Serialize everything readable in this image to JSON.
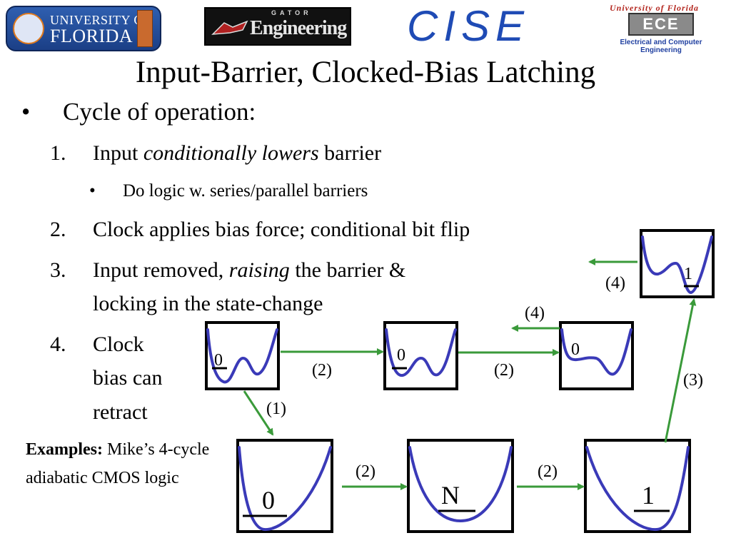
{
  "logos": {
    "uf": {
      "line1": "UNIVERSITY OF",
      "line2": "FLORIDA"
    },
    "engineering": {
      "gator": "GATOR",
      "word": "Engineering"
    },
    "cise": {
      "text": "CISE"
    },
    "ece": {
      "line1": "University of Florida",
      "mark": "ECE",
      "line2": "Electrical and Computer Engineering"
    }
  },
  "slide": {
    "title": "Input-Barrier, Clocked-Bias Latching",
    "bullet": {
      "marker": "•",
      "text": "Cycle of operation:"
    },
    "steps": [
      {
        "num": "1.",
        "pre": "Input ",
        "em": "conditionally lowers",
        "post": " barrier"
      },
      {
        "num": "2.",
        "text": "Clock applies bias force; conditional bit flip"
      },
      {
        "num": "3.",
        "pre": "Input removed, ",
        "em": "raising",
        "post": " the barrier &",
        "line2": "locking in the state-change"
      },
      {
        "num": "4.",
        "lines": [
          "Clock",
          "bias can",
          "retract"
        ]
      }
    ],
    "sub_bullet": {
      "marker": "•",
      "text": "Do logic w. series/parallel barriers"
    },
    "examples": {
      "label": "Examples:",
      "text": " Mike’s 4-cycle adiabatic CMOS logic"
    }
  },
  "diagram": {
    "states": [
      {
        "id": "top-0-a",
        "label": "0"
      },
      {
        "id": "top-0-b",
        "label": "0"
      },
      {
        "id": "top-0-c",
        "label": "0"
      },
      {
        "id": "top-1",
        "label": "1"
      },
      {
        "id": "bottom-0",
        "label": "0"
      },
      {
        "id": "bottom-n",
        "label": "N"
      },
      {
        "id": "bottom-1",
        "label": "1"
      }
    ],
    "arrow_labels": {
      "a1": "(1)",
      "a2_top_left": "(2)",
      "a2_top_right": "(2)",
      "a2_bottom_left": "(2)",
      "a2_bottom_right": "(2)",
      "a3": "(3)",
      "a4_upper": "(4)",
      "a4_lower": "(4)"
    },
    "colors": {
      "well": "#3a3ab8",
      "arrow": "#3a9a3a",
      "box": "#000000"
    }
  }
}
